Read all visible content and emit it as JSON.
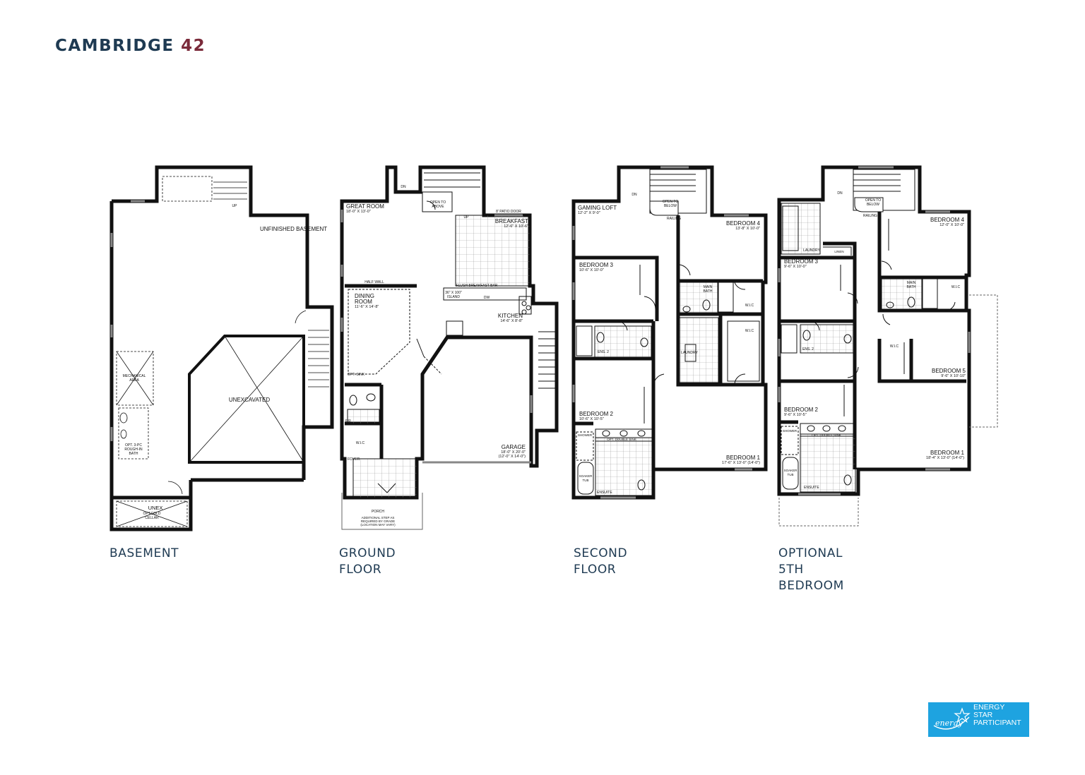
{
  "title": {
    "text": "CAMBRIDGE",
    "number": "42"
  },
  "floors": {
    "basement": {
      "caption": "BASEMENT",
      "rooms": {
        "unfinished": "UNFINISHED BASEMENT",
        "unexcavated": "UNEXCAVATED",
        "mechanical": "MECHANICAL AREA",
        "bath": "OPT. 3-PC ROUGH-IN BATH",
        "cellar_a": "UNEX",
        "cellar_b": "OPT.COLD CELLAR",
        "up": "UP"
      }
    },
    "ground": {
      "caption": "GROUND FLOOR",
      "rooms": {
        "great_room": "GREAT ROOM",
        "great_room_dim": "18'-0\" x 13'-0\"",
        "open_to_above": "OPEN TO ABOVE",
        "patio_door": "8' PATIO DOOR",
        "breakfast": "BREAKFAST",
        "breakfast_dim": "12'-6\" x 10'-6\"",
        "half_wall": "HALF WALL",
        "flush_bar": "FLUSH BREAKFAST BAR",
        "island": "36\" x 100\" ISLAND",
        "dw": "DW",
        "kitchen": "KITCHEN",
        "kitchen_dim": "14'-6\" x 8'-8\"",
        "dining": "DINING ROOM",
        "dining_dim": "11'-6\" x 14'-8\"",
        "garage": "GARAGE",
        "garage_dim_a": "18'-0\" x 20'-0\"",
        "garage_dim_b": "(12'-0\" X 14'-0\")",
        "pr": "P.R.",
        "wic": "W.I.C",
        "foyer": "FOYER",
        "porch": "PORCH",
        "porch_note": "ADDITIONAL STEP AS REQUIRED BY GRADE (LOCATION MAY VARY)",
        "opt_sink": "OPT. SINK",
        "up": "UP",
        "dn": "DN"
      }
    },
    "second": {
      "caption": "SECOND FLOOR",
      "rooms": {
        "gaming_loft": "GAMING LOFT",
        "gaming_loft_dim": "12'-2\" x 9'-0\"",
        "open_to_below": "OPEN TO BELOW",
        "railing": "RAILING",
        "bedroom4": "BEDROOM 4",
        "bedroom4_dim": "13'-8\" x 10'-0\"",
        "bedroom3": "BEDROOM 3",
        "bedroom3_dim": "10'-6\" x 10'-0\"",
        "main_bath": "MAIN BATH",
        "wic": "W.I.C",
        "ens2": "ENS. 2",
        "laundry": "LAUNDRY",
        "bedroom2": "BEDROOM 2",
        "bedroom2_dim": "10'-6\" x 10'-5\"",
        "shower": "SHOWER",
        "double_sink": "OPT. DOUBLE SINK",
        "soaker_tub": "SOAKER TUB",
        "ensuite": "ENSUITE",
        "bedroom1": "BEDROOM 1",
        "bedroom1_dim": "17'-6\" x 13'-0\" (14'-0\")",
        "dn": "DN"
      }
    },
    "optional": {
      "caption_line1": "OPTIONAL 5TH",
      "caption_line2": "BEDROOM",
      "rooms": {
        "open_to_below": "OPEN TO BELOW",
        "railing": "RAILING",
        "laundry": "LAUNDRY",
        "linen": "LINEN",
        "bedroom4": "BEDROOM 4",
        "bedroom4_dim": "12'-0\" x 10'-0\"",
        "bedroom3": "BEDROOM 3",
        "bedroom3_dim": "9'-6\" x 10'-0\"",
        "main_bath": "MAIN BATH",
        "wic": "W.I.C",
        "ens2": "ENS. 2",
        "bedroom5": "BEDROOM 5",
        "bedroom5_dim": "9'-6\" x 10'-10\"",
        "bedroom2": "BEDROOM 2",
        "bedroom2_dim": "9'-6\" x 10'-5\"",
        "shower": "SHOWER",
        "double_sink": "OPT. DOUBLE SINK",
        "soaker_tub": "SOAKER TUB",
        "ensuite": "ENSUITE",
        "bedroom1": "BEDROOM 1",
        "bedroom1_dim": "18'-4\" x 13'-0\" (14'-0\")",
        "dn": "DN"
      }
    }
  },
  "energy_star": {
    "line1": "ENERGY",
    "line2": "STAR",
    "line3": "PARTICIPANT",
    "script": "energy"
  },
  "colors": {
    "title": "#1e3a52",
    "title_number": "#7a2a3a",
    "wall": "#111111",
    "energy_badge": "#1ea3e0"
  }
}
